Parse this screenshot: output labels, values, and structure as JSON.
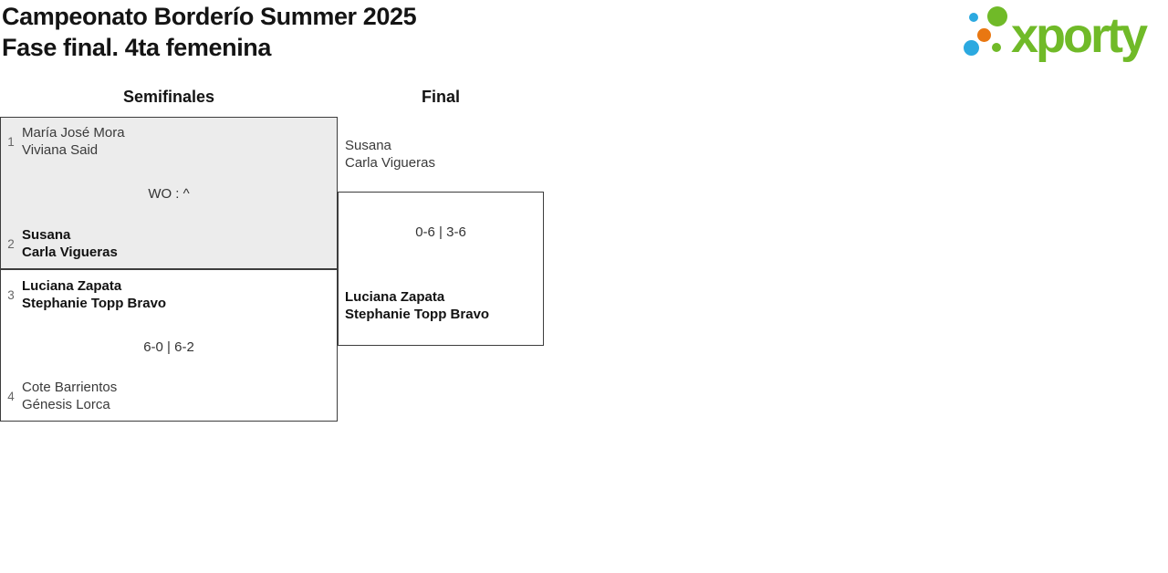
{
  "header": {
    "title_line1": "Campeonato Borderío Summer 2025",
    "title_line2": "Fase final. 4ta femenina"
  },
  "logo": {
    "wordmark": "xporty",
    "colors": {
      "green": "#70ba28",
      "blue": "#2ba9e0",
      "orange": "#e97711"
    }
  },
  "bracket": {
    "rounds": [
      {
        "label": "Semifinales",
        "matches": [
          {
            "score": "WO : ^",
            "teams": [
              {
                "seed": "1",
                "winner": false,
                "players": [
                  "María José Mora",
                  "Viviana Said"
                ]
              },
              {
                "seed": "2",
                "winner": true,
                "players": [
                  "Susana",
                  "Carla Vigueras"
                ]
              }
            ]
          },
          {
            "score": "6-0 | 6-2",
            "teams": [
              {
                "seed": "3",
                "winner": true,
                "players": [
                  "Luciana Zapata",
                  "Stephanie Topp Bravo"
                ]
              },
              {
                "seed": "4",
                "winner": false,
                "players": [
                  "Cote Barrientos",
                  "Génesis Lorca"
                ]
              }
            ]
          }
        ]
      },
      {
        "label": "Final",
        "matches": [
          {
            "score": "0-6 | 3-6",
            "teams": [
              {
                "seed": "",
                "winner": false,
                "players": [
                  "Susana",
                  "Carla Vigueras"
                ]
              },
              {
                "seed": "",
                "winner": true,
                "players": [
                  "Luciana Zapata",
                  "Stephanie Topp Bravo"
                ]
              }
            ]
          }
        ]
      }
    ]
  }
}
